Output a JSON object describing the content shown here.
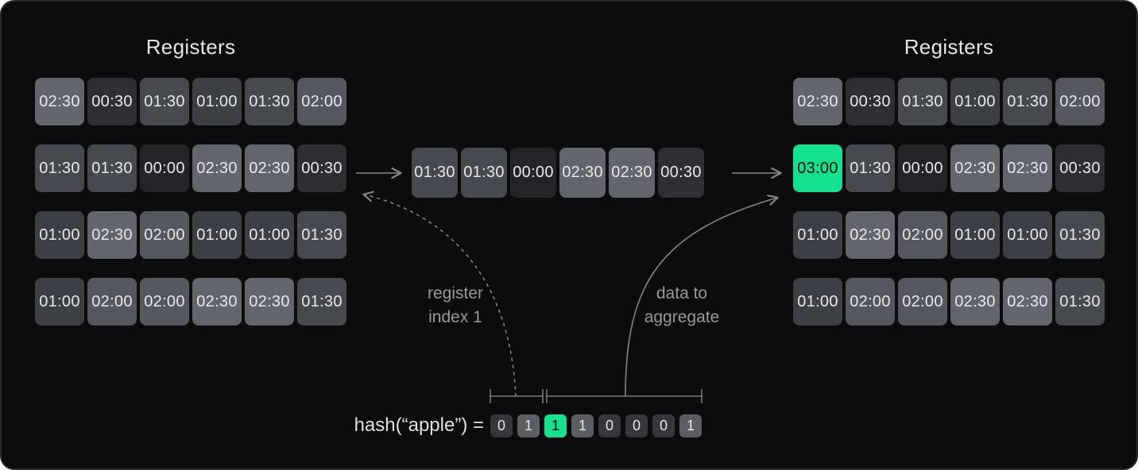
{
  "left_registers": {
    "title": "Registers",
    "rows": [
      [
        "02:30",
        "00:30",
        "01:30",
        "01:00",
        "01:30",
        "02:00"
      ],
      [
        "01:30",
        "01:30",
        "00:00",
        "02:30",
        "02:30",
        "00:30"
      ],
      [
        "01:00",
        "02:30",
        "02:00",
        "01:00",
        "01:00",
        "01:30"
      ],
      [
        "01:00",
        "02:00",
        "02:00",
        "02:30",
        "02:30",
        "01:30"
      ]
    ]
  },
  "aggregation_row": {
    "values": [
      "01:30",
      "01:30",
      "00:00",
      "02:30",
      "02:30",
      "00:30"
    ]
  },
  "right_registers": {
    "title": "Registers",
    "rows": [
      [
        "02:30",
        "00:30",
        "01:30",
        "01:00",
        "01:30",
        "02:00"
      ],
      [
        "03:00",
        "01:30",
        "00:00",
        "02:30",
        "02:30",
        "00:30"
      ],
      [
        "01:00",
        "02:30",
        "02:00",
        "01:00",
        "01:00",
        "01:30"
      ],
      [
        "01:00",
        "02:00",
        "02:00",
        "02:30",
        "02:30",
        "01:30"
      ]
    ],
    "highlight_value": "03:00"
  },
  "annotations": {
    "register_index_label": "register\nindex 1",
    "data_to_aggregate_label": "data to\naggregate"
  },
  "hash": {
    "prefix": "hash(“apple”) =",
    "bits": [
      "0",
      "1",
      "1",
      "1",
      "0",
      "0",
      "0",
      "1"
    ],
    "highlight_index": 2
  },
  "colors": {
    "accent_green": "#15e28e",
    "cell_text": "#e8e9eb",
    "highlight_text": "#0c0e10",
    "line": "#85868c",
    "bracket_line": "#77787d",
    "value_fills": {
      "00:00": "#232529",
      "00:30": "#2d2f34",
      "01:00": "#3c3f45",
      "01:30": "#46494f",
      "02:00": "#54575f",
      "02:30": "#62656d",
      "03:00": "#15e28e"
    },
    "bit_zero_fill": "#35373c",
    "bit_one_fill": "#5b5e65"
  }
}
